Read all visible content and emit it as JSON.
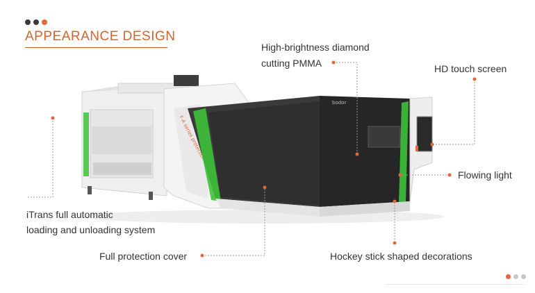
{
  "header": {
    "title": "APPEARANCE DESIGN",
    "dot_colors": [
      "#3a3a3a",
      "#3a3a3a",
      "#e0683a"
    ]
  },
  "machine": {
    "brand_mark": "bodor",
    "side_text": "F-A series protection cover"
  },
  "callouts": {
    "pmma_line1": "High-brightness diamond",
    "pmma_line2": "cutting PMMA",
    "touch_screen": "HD touch screen",
    "flowing_light": "Flowing light",
    "itrans_line1": "iTrans full automatic",
    "itrans_line2": "loading and unloading system",
    "protection_cover": "Full protection cover",
    "hockey_stick": "Hockey stick shaped decorations"
  },
  "colors": {
    "accent": "#e0683a",
    "light_green": "#3ec23a"
  },
  "pager": {
    "dot_colors": [
      "#e0683a",
      "#c8c8c8",
      "#c8c8c8"
    ]
  }
}
